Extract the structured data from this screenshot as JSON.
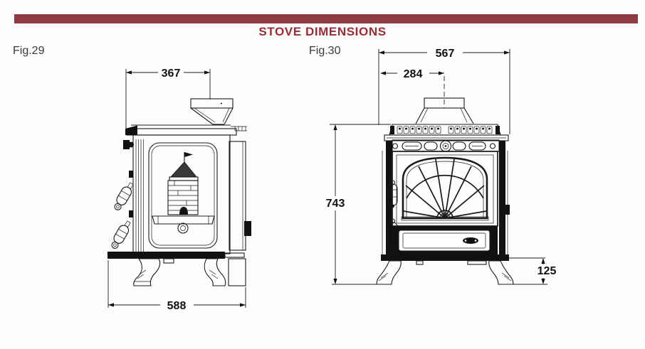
{
  "page": {
    "title": "STOVE DIMENSIONS"
  },
  "colors": {
    "accent_bar": "#8e3b44",
    "title_text": "#9e2a33",
    "drawing_line": "#1a1a1a",
    "background": "#fdfdfd"
  },
  "figures": [
    {
      "label": "Fig.29",
      "view": "stove side view with pellet hopper",
      "dims": {
        "top_width": "367",
        "bottom_width": "588"
      }
    },
    {
      "label": "Fig.30",
      "view": "stove front view with flue collar",
      "dims": {
        "overall_width": "567",
        "flue_offset": "284",
        "overall_height": "743",
        "leg_height": "125"
      }
    }
  ]
}
